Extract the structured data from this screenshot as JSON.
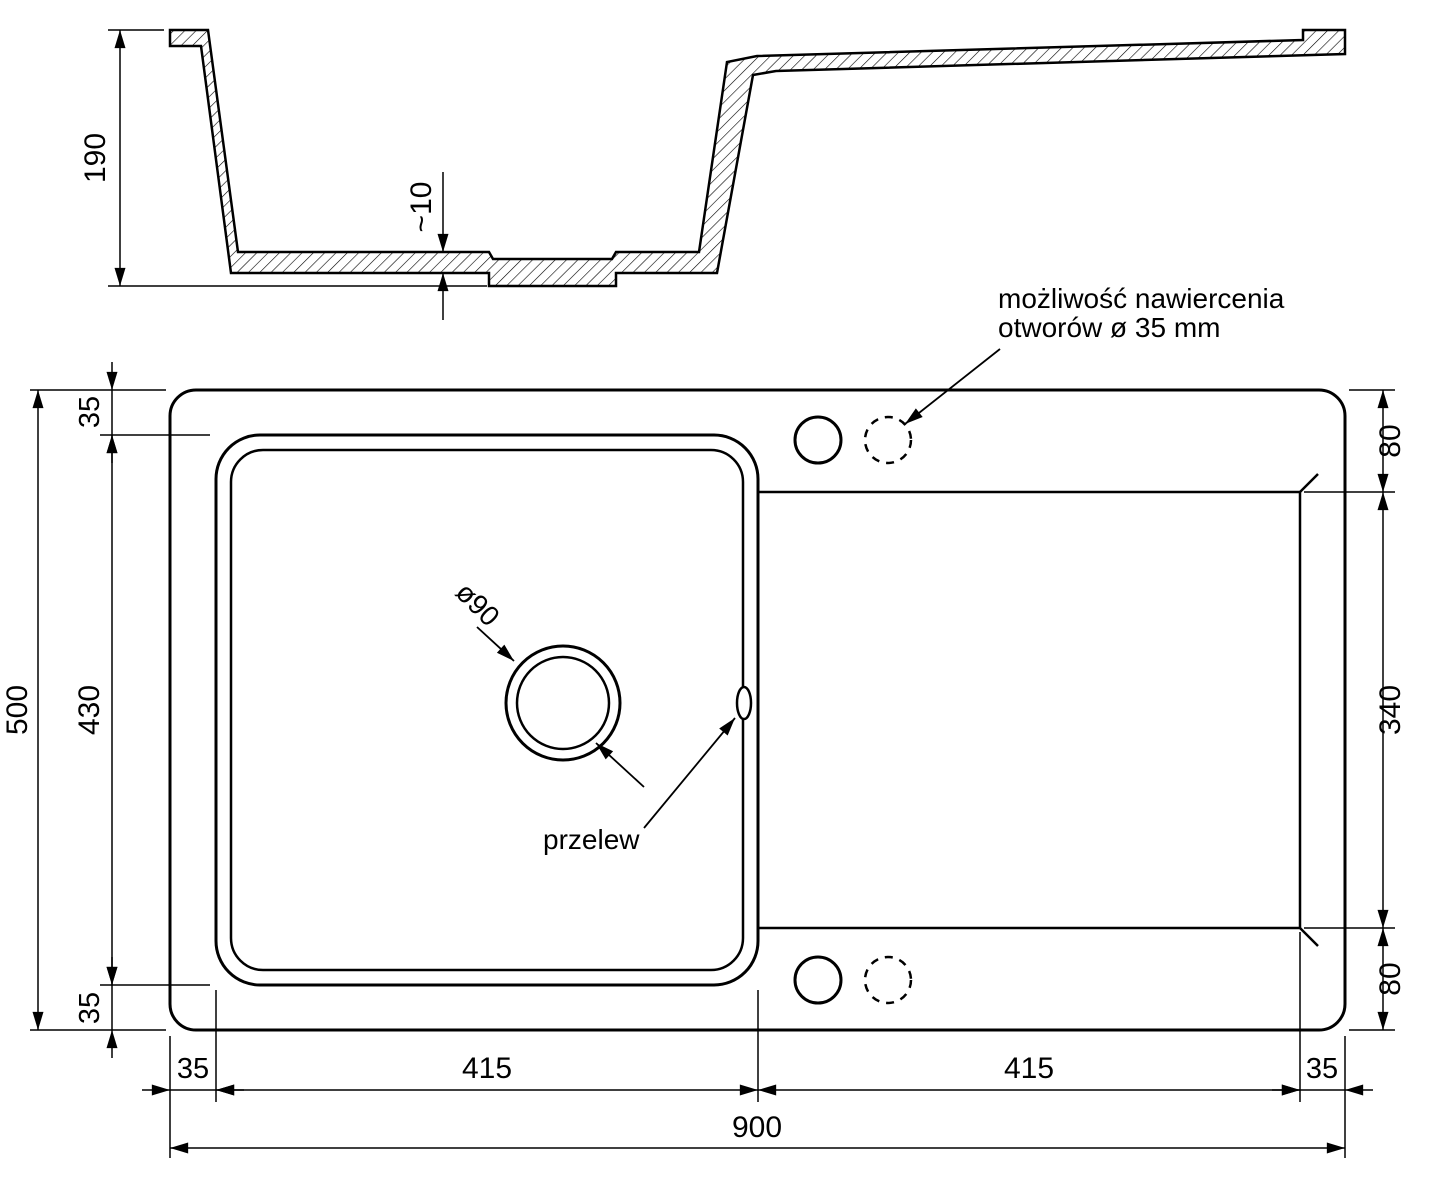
{
  "diagram": {
    "colors": {
      "line": "#000000",
      "background": "#ffffff"
    },
    "dims": {
      "depth": "190",
      "bottom_thickness": "~10",
      "total_height": "500",
      "left_margin_top": "35",
      "basin_inner_height": "430",
      "left_margin_bottom": "35",
      "right_drainer_top_offset": "80",
      "drainer_length": "340",
      "right_drainer_bottom_offset": "80",
      "bottom_left_margin": "35",
      "basin_width": "415",
      "drainer_width": "415",
      "bottom_right_margin": "35",
      "total_width": "900"
    },
    "labels": {
      "drill_note_line1": "możliwość nawiercenia",
      "drill_note_line2": "otworów ø 35 mm",
      "drain_diameter": "ø90",
      "overflow": "przelew"
    }
  }
}
